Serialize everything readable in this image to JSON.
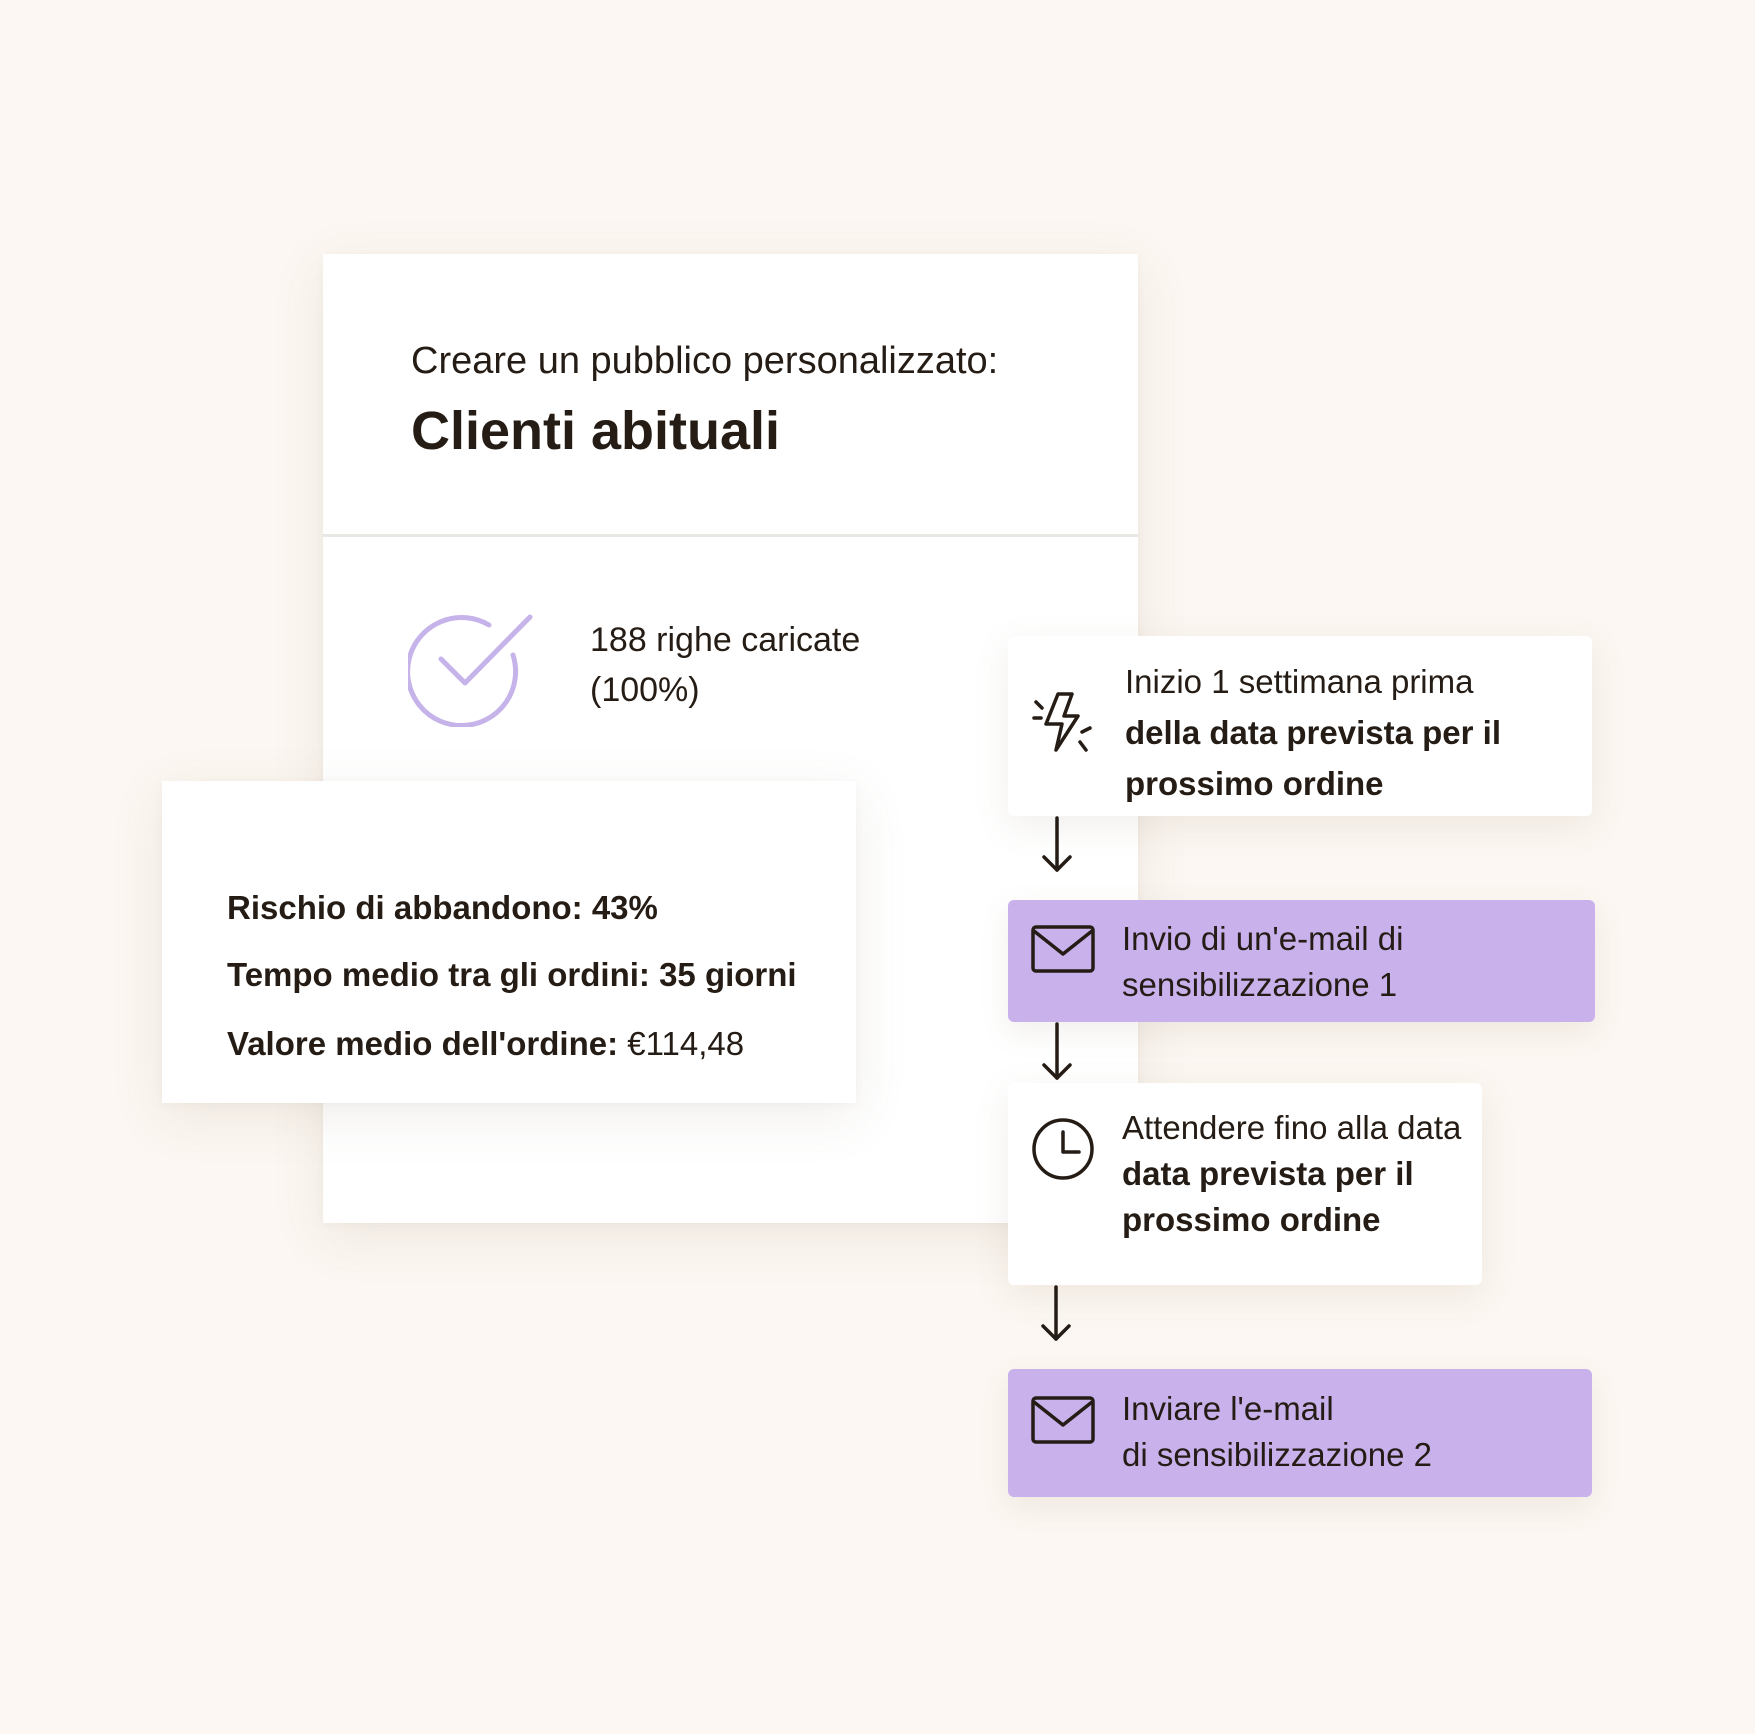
{
  "audience": {
    "subtitle": "Creare un pubblico personalizzato:",
    "title": "Clienti abituali",
    "upload_line1": "188 righe caricate",
    "upload_line2": "(100%)"
  },
  "stats": [
    {
      "label": "Rischio di abbandono:",
      "value": "43%"
    },
    {
      "label": "Tempo medio tra gli ordini:",
      "value": "35 giorni"
    },
    {
      "label": "Valore medio dell'ordine:",
      "value": "€114,48"
    }
  ],
  "flow": {
    "trigger": {
      "icon": "lightning-icon",
      "line1": "Inizio 1 settimana prima",
      "line2": "della data prevista per il",
      "line3": "prossimo ordine"
    },
    "email1": {
      "icon": "envelope-icon",
      "line1": "Invio di un'e-mail di",
      "line2": "sensibilizzazione 1"
    },
    "wait": {
      "icon": "clock-icon",
      "line1": "Attendere fino alla data",
      "line2": "data prevista per il",
      "line3": "prossimo ordine"
    },
    "email2": {
      "icon": "envelope-icon",
      "line1": "Inviare l'e-mail",
      "line2": "di sensibilizzazione 2"
    }
  },
  "colors": {
    "background": "#fcf7f2",
    "accent_purple": "#c9b1ec",
    "check_purple": "#c6b3ea",
    "text": "#241c15"
  }
}
